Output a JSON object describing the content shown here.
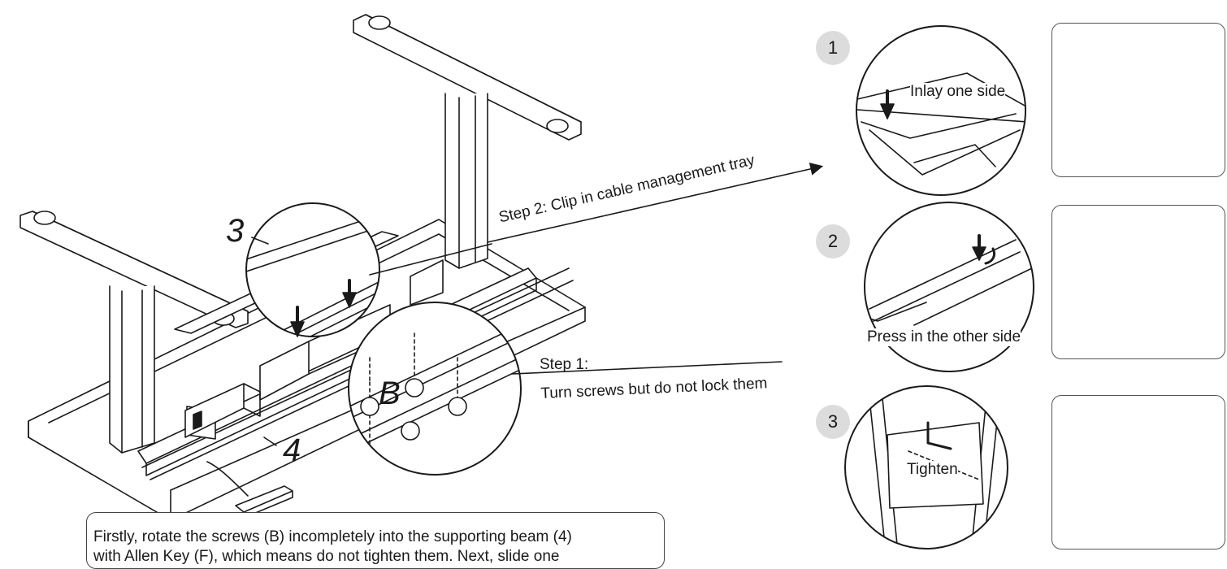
{
  "main": {
    "part_labels": {
      "leg_area": "3",
      "beam": "4",
      "screw": "B"
    },
    "step1": {
      "title": "Step 1:",
      "text": "Turn screws but do not lock them"
    },
    "step2": {
      "text": "Step 2: Clip in cable management tray"
    },
    "note": {
      "line1": "Firstly, rotate the screws (B) incompletely into the supporting beam (4)",
      "line2": "with Allen Key (F), which means do not tighten them. Next, slide one"
    }
  },
  "steps": [
    {
      "number": "1",
      "caption": "Inlay one side"
    },
    {
      "number": "2",
      "caption": "Press in the other side"
    },
    {
      "number": "3",
      "caption": "Tighten"
    }
  ],
  "colors": {
    "line": "#1a1a1a",
    "badge": "#dcdcdc",
    "fill": "#ffffff"
  }
}
